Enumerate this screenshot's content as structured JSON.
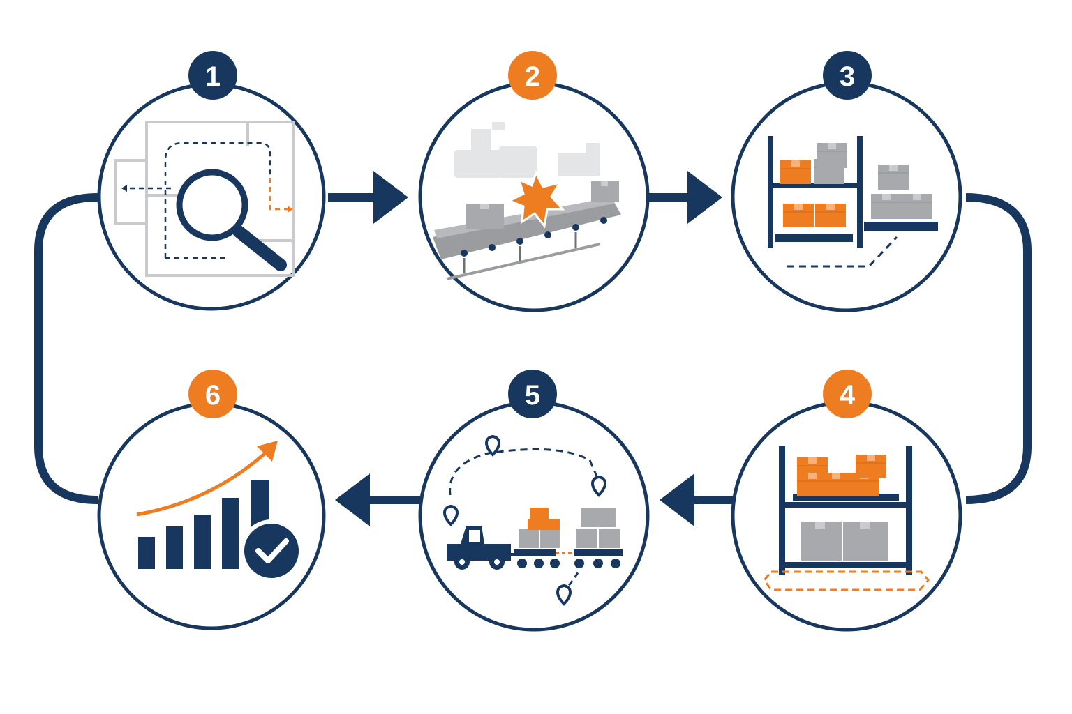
{
  "colors": {
    "navy": "#17375e",
    "orange": "#ee7d22",
    "gray": "#a7a9ad",
    "light_gray": "#c8cacd",
    "background": "#ffffff"
  },
  "steps": [
    {
      "number": "1",
      "badge_color": "navy",
      "icon": "floor-plan-magnifier-icon"
    },
    {
      "number": "2",
      "badge_color": "orange",
      "icon": "conveyor-bottleneck-icon"
    },
    {
      "number": "3",
      "badge_color": "navy",
      "icon": "racking-pallets-icon"
    },
    {
      "number": "4",
      "badge_color": "orange",
      "icon": "reorganized-shelf-icon"
    },
    {
      "number": "5",
      "badge_color": "navy",
      "icon": "route-tugger-train-icon"
    },
    {
      "number": "6",
      "badge_color": "orange",
      "icon": "growth-chart-check-icon"
    }
  ],
  "flow": {
    "arrows": [
      "1-to-2",
      "2-to-3",
      "3-to-4",
      "4-to-5",
      "5-to-6",
      "6-to-1"
    ],
    "cyclic": true
  }
}
